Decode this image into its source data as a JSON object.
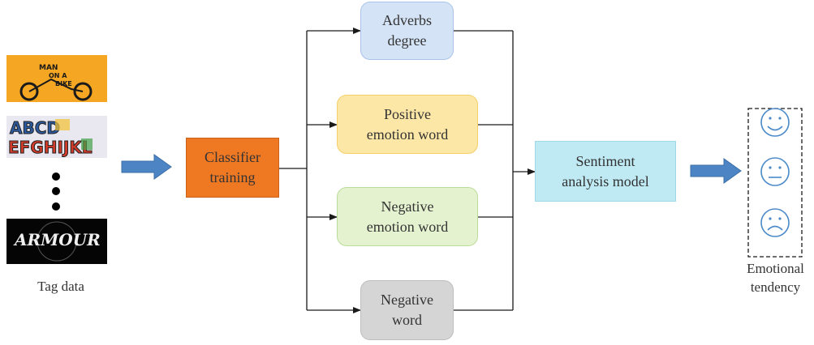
{
  "tag_data": {
    "label": "Tag data",
    "images": [
      {
        "name": "bicycle-typography-image",
        "bg": "#f5a623"
      },
      {
        "name": "graffiti-letters-image",
        "bg": "#e9e7ef"
      },
      {
        "name": "armour-logo-image",
        "bg": "#050505"
      }
    ]
  },
  "classifier": {
    "label": "Classifier\ntraining",
    "fill": "#ef7823"
  },
  "branches": [
    {
      "label": "Adverbs\ndegree",
      "fill": "#d4e3f5",
      "stroke": "#a9c4e8"
    },
    {
      "label": "Positive\nemotion word",
      "fill": "#fde7a6",
      "stroke": "#f4cf6a"
    },
    {
      "label": "Negative\nemotion word",
      "fill": "#e4f2d0",
      "stroke": "#bcdd9a"
    },
    {
      "label": "Negative\nword",
      "fill": "#d5d5d5",
      "stroke": "#bdbdbd"
    }
  ],
  "model": {
    "label": "Sentiment\nanalysis model",
    "fill": "#bfe9f3"
  },
  "output": {
    "label": "Emotional\ntendency",
    "faces": [
      "smile-face-icon",
      "neutral-face-icon",
      "frown-face-icon"
    ],
    "face_color": "#4a8ac9"
  },
  "colors": {
    "arrow_fill": "#4d85c4",
    "line": "#1a1a1a"
  }
}
